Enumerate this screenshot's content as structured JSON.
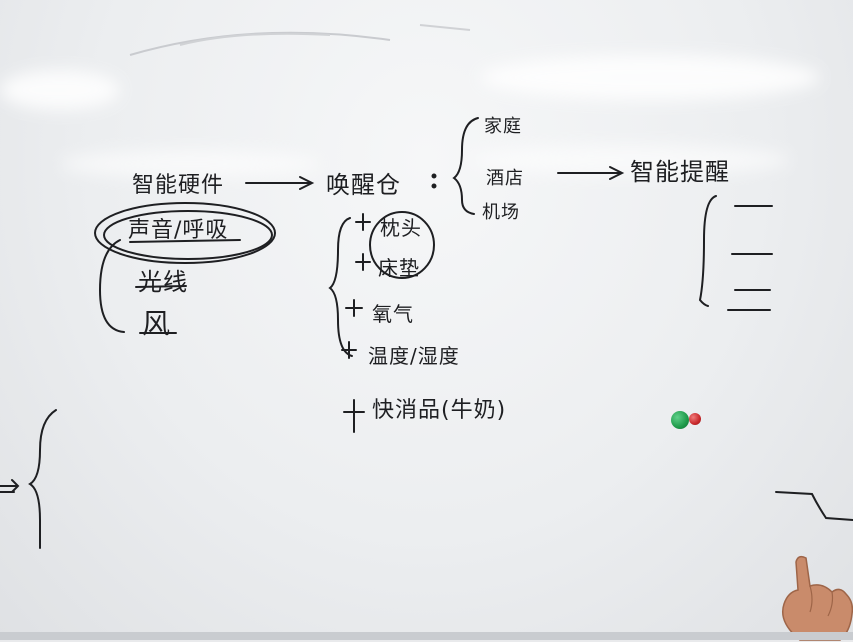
{
  "board": {
    "left_note": {
      "title": "智能硬件",
      "items": [
        "声音/呼吸",
        "光线",
        "风"
      ]
    },
    "middle_note": {
      "title": "唤醒仓",
      "items": [
        "枕头",
        "床垫",
        "氧气",
        "温度/湿度",
        "快消品(牛奶)"
      ]
    },
    "right_note": {
      "items": [
        "家庭",
        "酒店",
        "机场"
      ],
      "arrow_target": "智能提醒"
    }
  },
  "colors": {
    "ink": "#1e1f22",
    "board": "#eceef0",
    "magnet_green": "#1f9a4a",
    "magnet_red": "#c8282b"
  }
}
